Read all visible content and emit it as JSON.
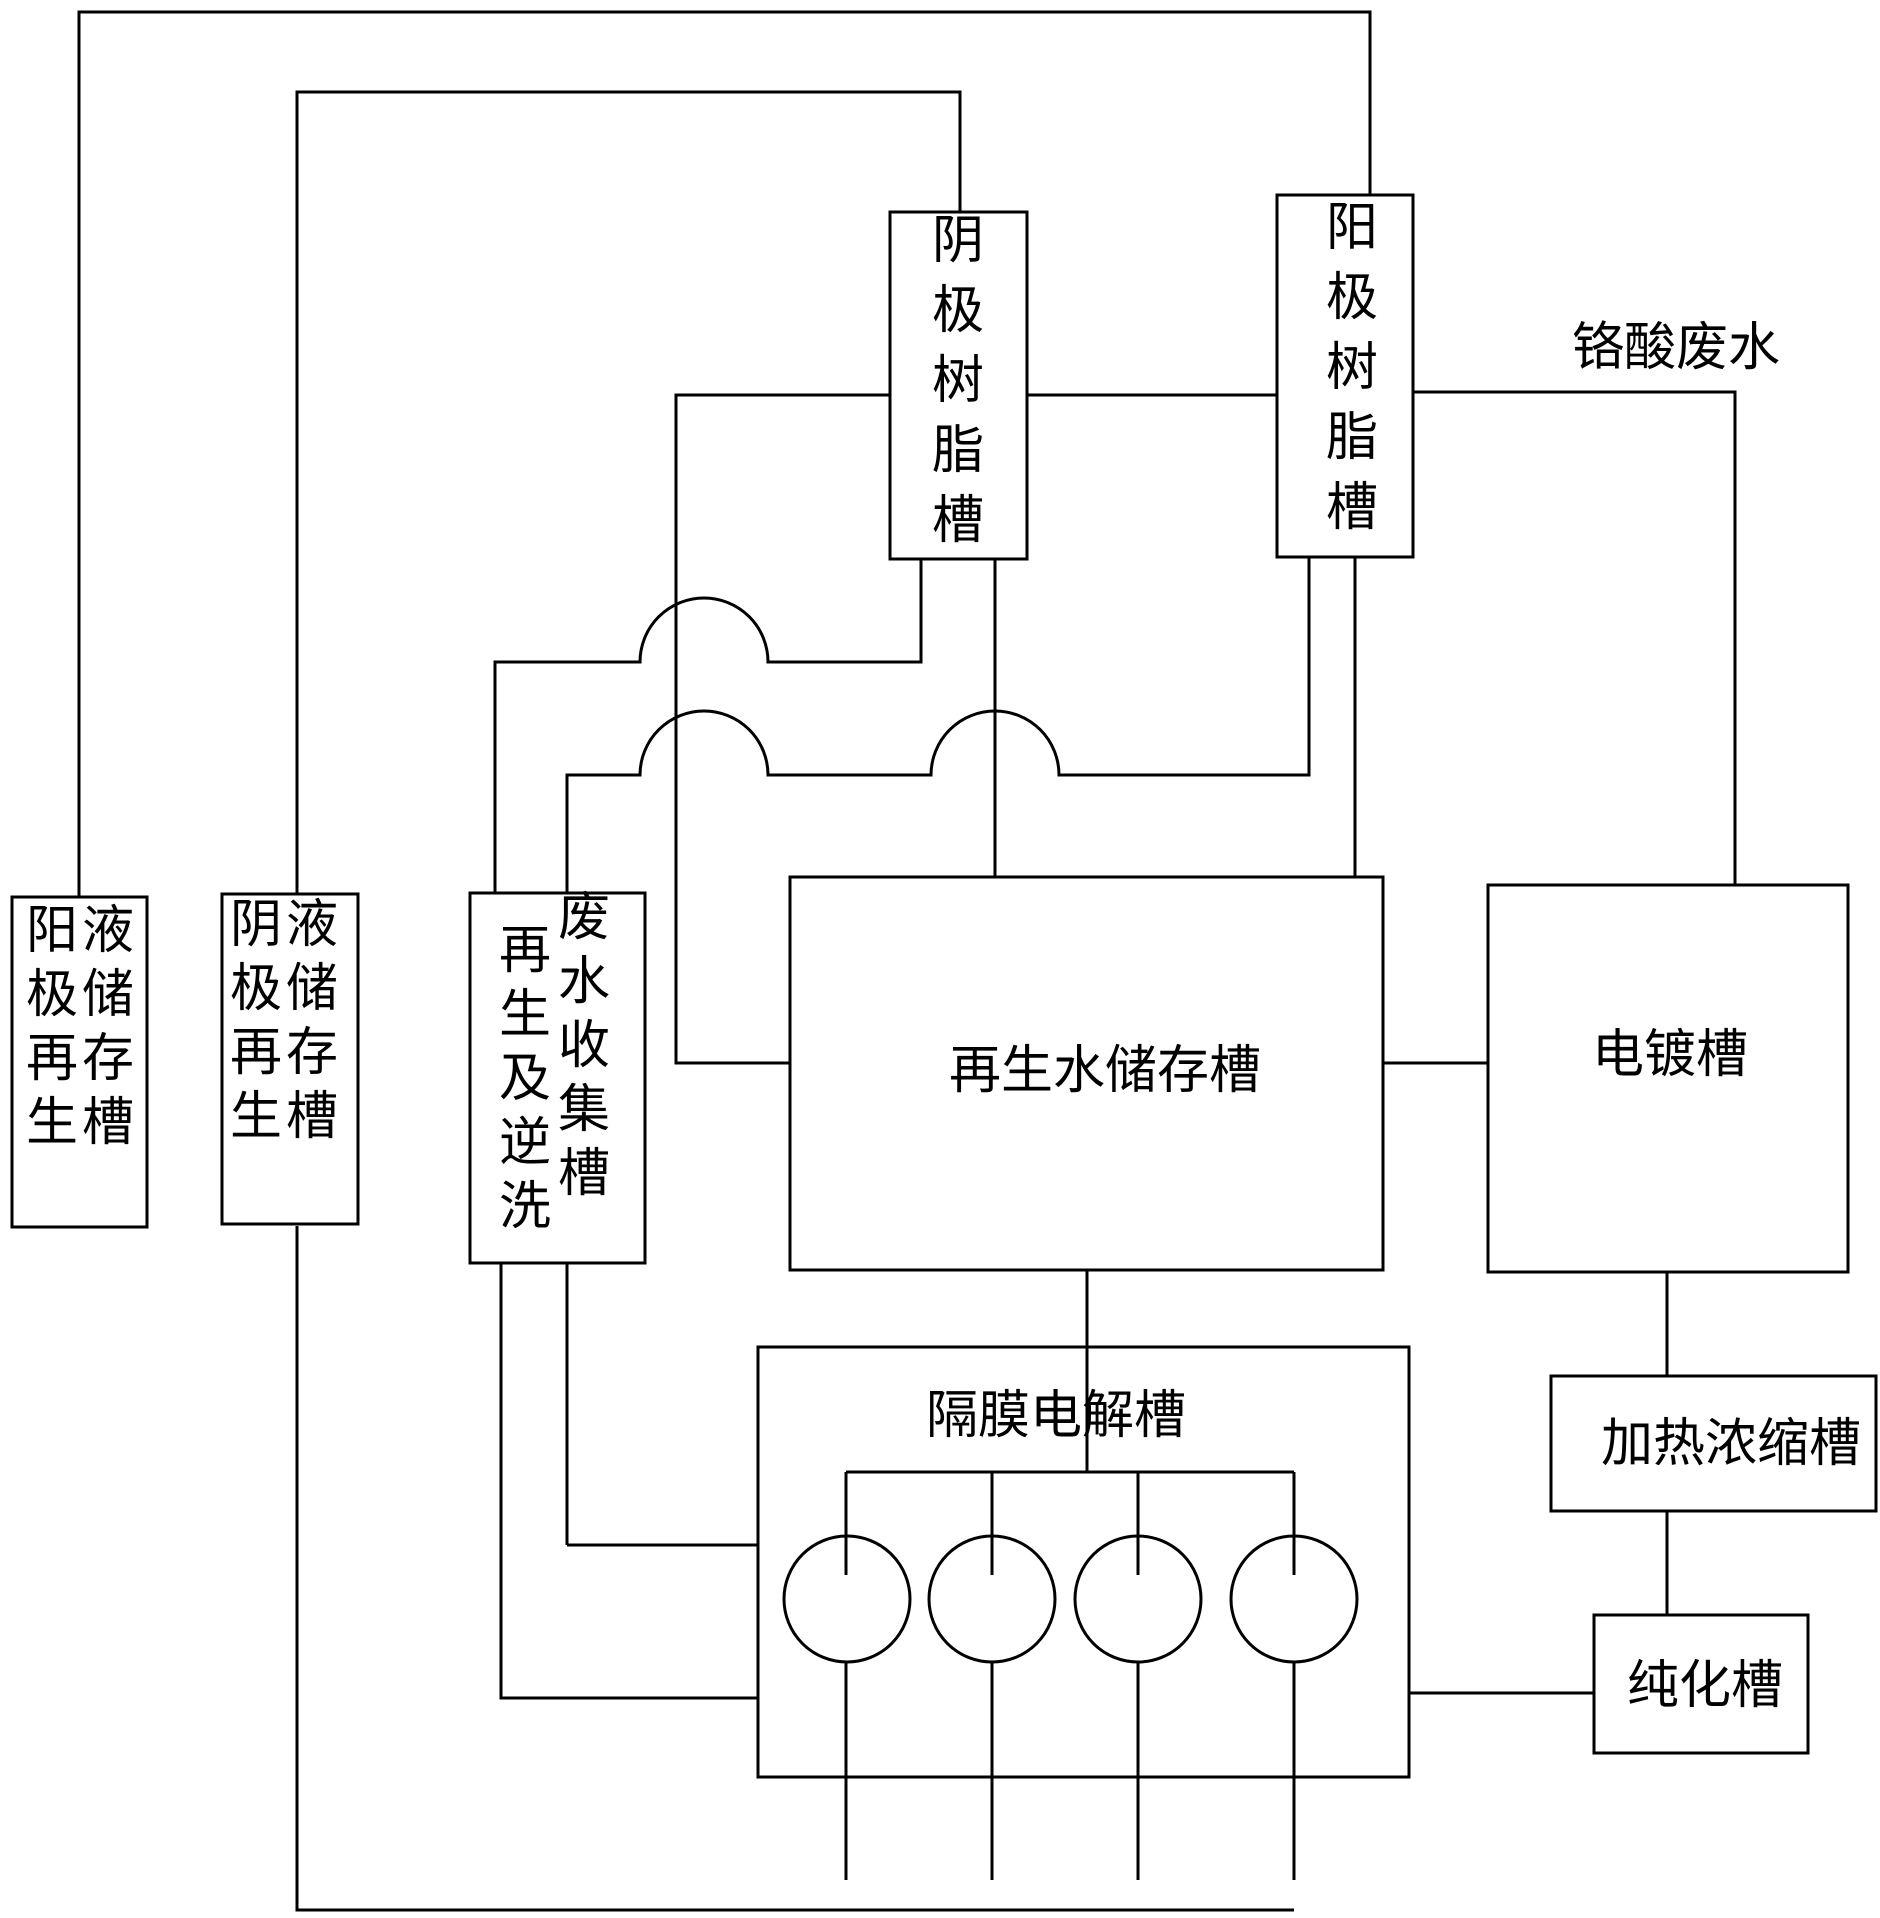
{
  "nodes": {
    "anode_resin_tank": "阳极树脂槽",
    "cathode_resin_tank": "阴极树脂槽",
    "anode_regen_storage": "阳极再生液储存槽",
    "cathode_regen_storage": "阴极再生液储存槽",
    "waste_collect": "废水收集槽",
    "regen_backwash": "再生及逆洗",
    "regen_water_storage": "再生水储存槽",
    "plating_tank": "电镀槽",
    "diaphragm_tank": "隔膜电解槽",
    "heat_concentrate": "加热浓缩槽",
    "purify_tank": "纯化槽"
  },
  "inputs": {
    "chromic_waste": "铬酸废水"
  }
}
